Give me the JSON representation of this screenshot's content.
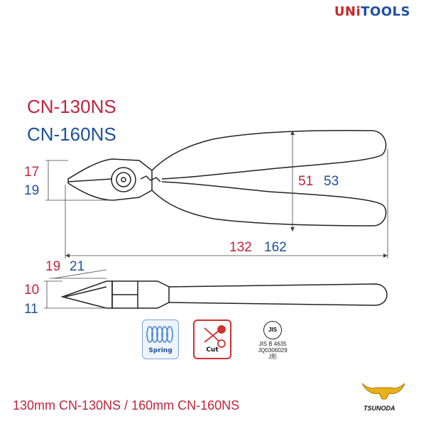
{
  "brand": {
    "part1": "UNi",
    "part2": "TOOLS"
  },
  "models": {
    "model_a": "CN-130NS",
    "model_b": "CN-160NS"
  },
  "dimensions": {
    "jaw_height_a": "17",
    "jaw_height_b": "19",
    "width_a": "51",
    "width_b": "53",
    "length_a": "132",
    "length_b": "162",
    "head_len_a": "19",
    "head_len_b": "21",
    "thickness_a": "10",
    "thickness_b": "11"
  },
  "badges": {
    "spring": "Spring",
    "cut": "Cut",
    "jis_mark": "JIS",
    "jis_lines": [
      "JIS B 4635",
      "JQ0306029",
      "J形"
    ]
  },
  "footer": {
    "text": "130mm CN-130NS / 160mm CN-160NS"
  },
  "logo": {
    "text": "TSUNODA"
  },
  "colors": {
    "red": "#c0243c",
    "blue": "#1d4f9a",
    "badge_red": "#d32f2f",
    "badge_blue": "#4a86c8"
  }
}
